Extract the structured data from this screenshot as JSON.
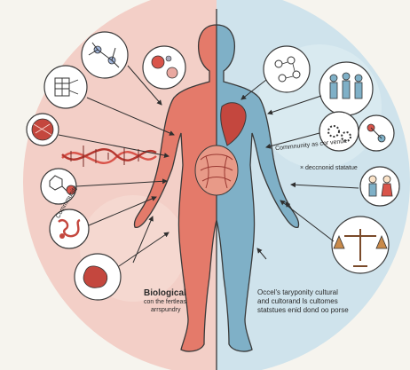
{
  "labels": {
    "biological_title": "Biological",
    "biological_sub1": "con the fertleas",
    "biological_sub2": "arrspundry",
    "community": "Commmunity",
    "community_venue": "Commnunity as cor venue",
    "social_status": "× deccnonid statatue",
    "social_line1": "Occel's taryponity cultural",
    "social_line2": "and cultorand ls cultomes",
    "social_line3": "statstues enid dond oo porse"
  },
  "colors": {
    "background": "#f6f4ee",
    "left_panel": "#f3cfc7",
    "right_panel": "#cfe3ec",
    "body_left": "#e47a6a",
    "body_right": "#7fb0c7",
    "outline": "#3a3a3a",
    "accent_red": "#d9544a"
  },
  "icons": {
    "left": [
      "neuron-icon",
      "data-table-icon",
      "muscle-fiber-icon",
      "dna-helix-icon",
      "molecule-icon",
      "protein-icon",
      "cell-blob-icon"
    ],
    "right": [
      "molecule-cluster-icon",
      "people-group-icon",
      "gears-icon",
      "gear-network-icon",
      "couple-icon",
      "balance-scale-icon"
    ]
  }
}
